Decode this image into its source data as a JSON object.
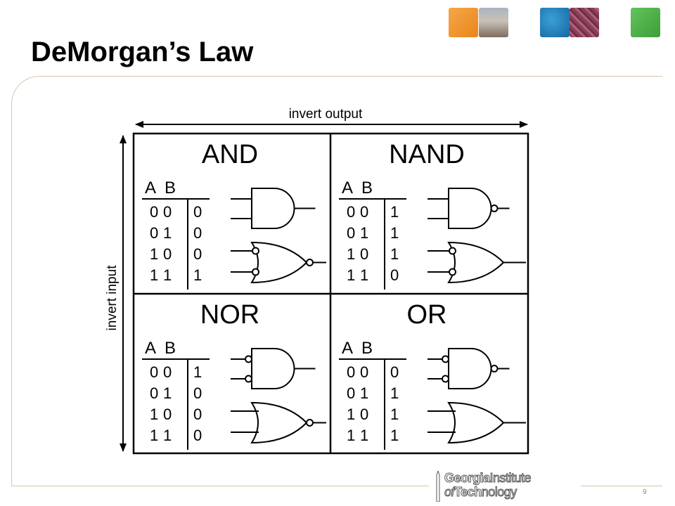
{
  "slide": {
    "title": "DeMorgan’s Law",
    "page_number": "9"
  },
  "diagram": {
    "top_label": "invert output",
    "side_label": "invert input",
    "truth_header_a": "A",
    "truth_header_b": "B",
    "inputs": [
      [
        "0",
        "0"
      ],
      [
        "0",
        "1"
      ],
      [
        "1",
        "0"
      ],
      [
        "1",
        "1"
      ]
    ],
    "quadrants": [
      {
        "name": "AND",
        "outputs": [
          "0",
          "0",
          "0",
          "1"
        ]
      },
      {
        "name": "NAND",
        "outputs": [
          "1",
          "1",
          "1",
          "0"
        ]
      },
      {
        "name": "NOR",
        "outputs": [
          "1",
          "0",
          "0",
          "0"
        ]
      },
      {
        "name": "OR",
        "outputs": [
          "0",
          "1",
          "1",
          "1"
        ]
      }
    ]
  },
  "logo": {
    "line1_bold": "Georgia",
    "line1_rest": "Institute",
    "line2_pre": "of",
    "line2_bold": "Tech",
    "line2_rest": "nology"
  },
  "colors": {
    "frame": "#d9c7a9",
    "thumb_orange": "#f7a64a",
    "thumb_blue": "#17679e",
    "thumb_green": "#4bb048"
  }
}
